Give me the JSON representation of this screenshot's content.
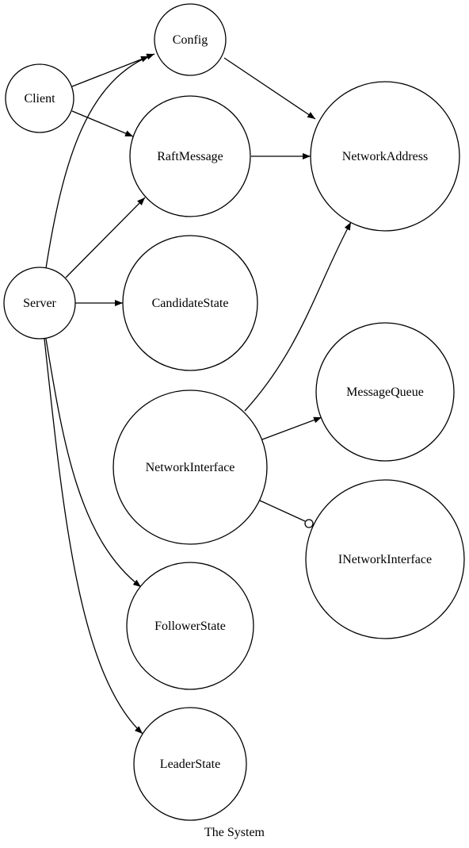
{
  "diagram": {
    "caption": "The System",
    "nodes": {
      "config": "Config",
      "client": "Client",
      "raft_message": "RaftMessage",
      "network_address": "NetworkAddress",
      "server": "Server",
      "candidate_state": "CandidateState",
      "message_queue": "MessageQueue",
      "network_interface": "NetworkInterface",
      "inetwork_interface": "INetworkInterface",
      "follower_state": "FollowerState",
      "leader_state": "LeaderState"
    },
    "edges": [
      {
        "from": "Client",
        "to": "Config",
        "head": "arrow"
      },
      {
        "from": "Client",
        "to": "RaftMessage",
        "head": "arrow"
      },
      {
        "from": "Config",
        "to": "NetworkAddress",
        "head": "arrow"
      },
      {
        "from": "RaftMessage",
        "to": "NetworkAddress",
        "head": "arrow"
      },
      {
        "from": "Server",
        "to": "Config",
        "head": "arrow"
      },
      {
        "from": "Server",
        "to": "RaftMessage",
        "head": "arrow"
      },
      {
        "from": "Server",
        "to": "CandidateState",
        "head": "arrow"
      },
      {
        "from": "Server",
        "to": "FollowerState",
        "head": "arrow"
      },
      {
        "from": "Server",
        "to": "LeaderState",
        "head": "arrow"
      },
      {
        "from": "NetworkInterface",
        "to": "NetworkAddress",
        "head": "arrow"
      },
      {
        "from": "NetworkInterface",
        "to": "MessageQueue",
        "head": "arrow"
      },
      {
        "from": "NetworkInterface",
        "to": "INetworkInterface",
        "head": "open-circle"
      }
    ]
  }
}
